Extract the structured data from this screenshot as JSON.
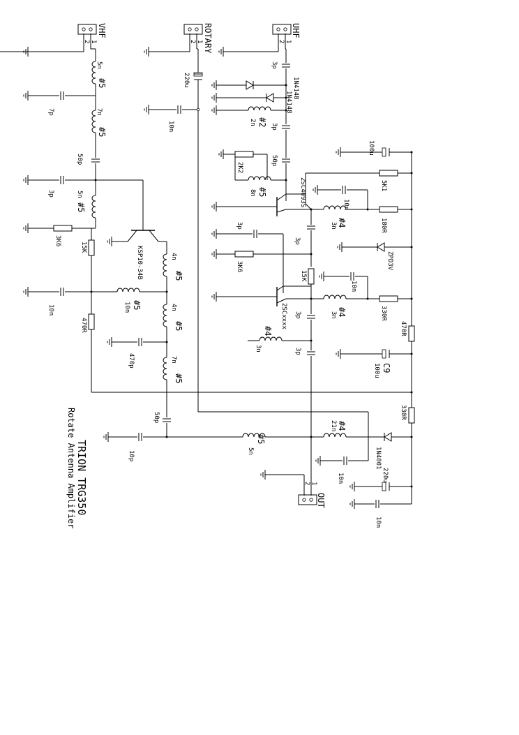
{
  "title": "TRION TRG350",
  "subtitle": "Rotate Antenna Amplifier",
  "connectors": {
    "vhf_in": {
      "name": "VHF",
      "pin1": "1",
      "pin2": "2"
    },
    "rotary": {
      "name": "ROTARY",
      "pin1": "1",
      "pin2": "2"
    },
    "uhf_in": {
      "name": "UHF",
      "pin1": "1",
      "pin2": "2"
    },
    "out": {
      "name": "OUT",
      "pin1": "1",
      "pin2": "2"
    }
  },
  "vhf_section": {
    "l1": {
      "value": "5n",
      "type": "#5"
    },
    "c1": "7p",
    "l2": {
      "value": "7n",
      "type": "#5"
    },
    "c2": "50p",
    "c3": "3p",
    "l3": {
      "value": "5n",
      "type": "#5"
    },
    "r1": "3K6",
    "r2": "15K",
    "transistor": "KSP10-34B",
    "c4": "10n",
    "l4": {
      "value": "10n",
      "type": "#5"
    },
    "r3": "470R",
    "l5": {
      "value": "4n",
      "type": "#5"
    },
    "l6": {
      "value": "4n",
      "type": "#5"
    },
    "c5": "470p",
    "l7": {
      "value": "7n",
      "type": "#5"
    },
    "c6": "50p",
    "c7": "10p",
    "l8": {
      "value": "5n",
      "type": "#5"
    }
  },
  "rotary_section": {
    "cap": "220u",
    "cap2": "10n"
  },
  "uhf_section": {
    "c1": "3p",
    "d1": "1N4148",
    "d2": "1N4148",
    "l1": {
      "value": "2n",
      "type": "#2"
    },
    "c2": "3p",
    "r1": "2K2",
    "c3": "50p",
    "l2": {
      "value": "8n",
      "type": "#5"
    },
    "c4": "100u",
    "r2": "5K1",
    "t1": "2SC4093S",
    "c5": "10n",
    "r3": "180R",
    "l3": {
      "value": "3n",
      "type": "#4"
    },
    "c6": "3p",
    "c7": "3p",
    "r4": "3K6",
    "zd": "ZPD3V",
    "r5": "15K",
    "c8": "10n",
    "t2": "2SCxxxx",
    "l4": {
      "value": "3n",
      "type": "#4"
    },
    "r6": "330R",
    "c9v": "3p",
    "r7": "470R",
    "l5": {
      "value": "3n",
      "type": "#4"
    },
    "c10": "3p",
    "c9": {
      "ref": "C9",
      "value": "100u"
    },
    "r8": "330R",
    "l6": {
      "value": "21n",
      "type": "#4"
    },
    "d3": "1N4001",
    "c11": "10n",
    "c12": "220u",
    "c13": "10n"
  }
}
